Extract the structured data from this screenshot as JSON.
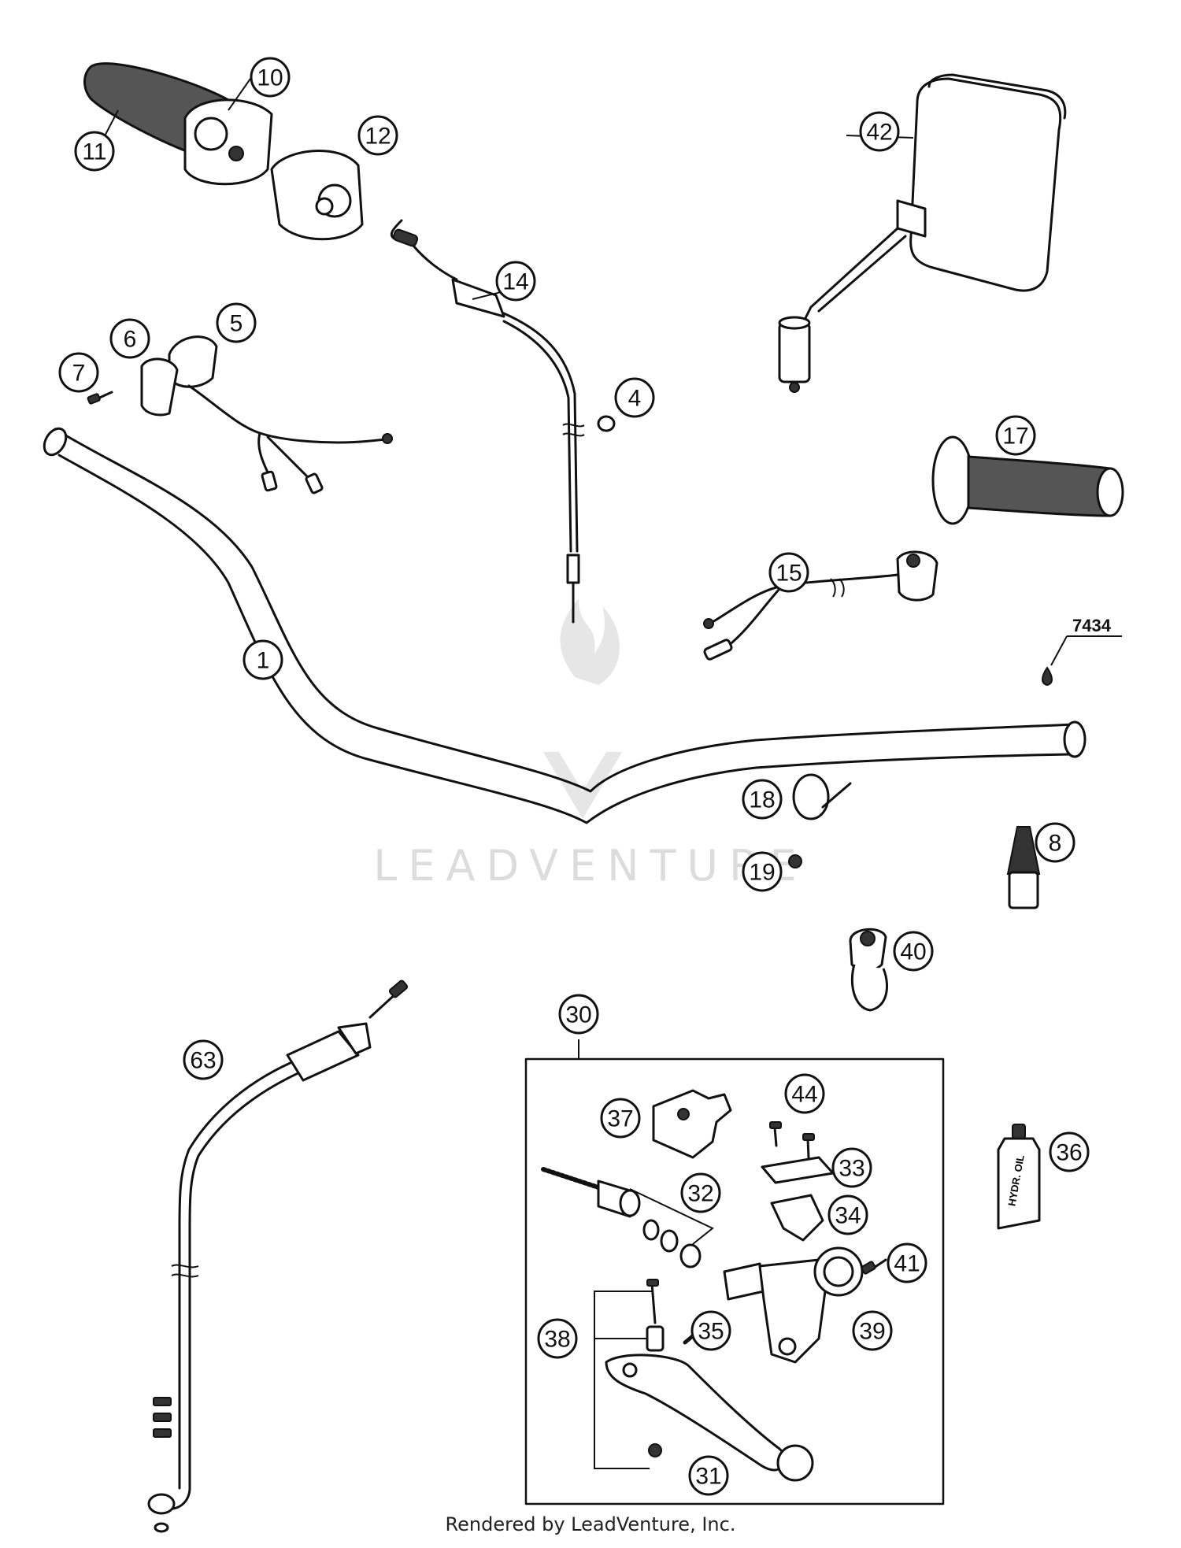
{
  "watermark": "LEADVENTURE",
  "footer": "Rendered by LeadVenture, Inc.",
  "part_marker": "7434",
  "group_label": "30",
  "oil_bottle_label": "HYDR. OIL",
  "callouts": [
    "1",
    "4",
    "5",
    "6",
    "7",
    "8",
    "10",
    "11",
    "12",
    "14",
    "15",
    "17",
    "18",
    "19",
    "30",
    "31",
    "32",
    "33",
    "34",
    "35",
    "36",
    "37",
    "38",
    "39",
    "40",
    "41",
    "42",
    "44",
    "63"
  ]
}
